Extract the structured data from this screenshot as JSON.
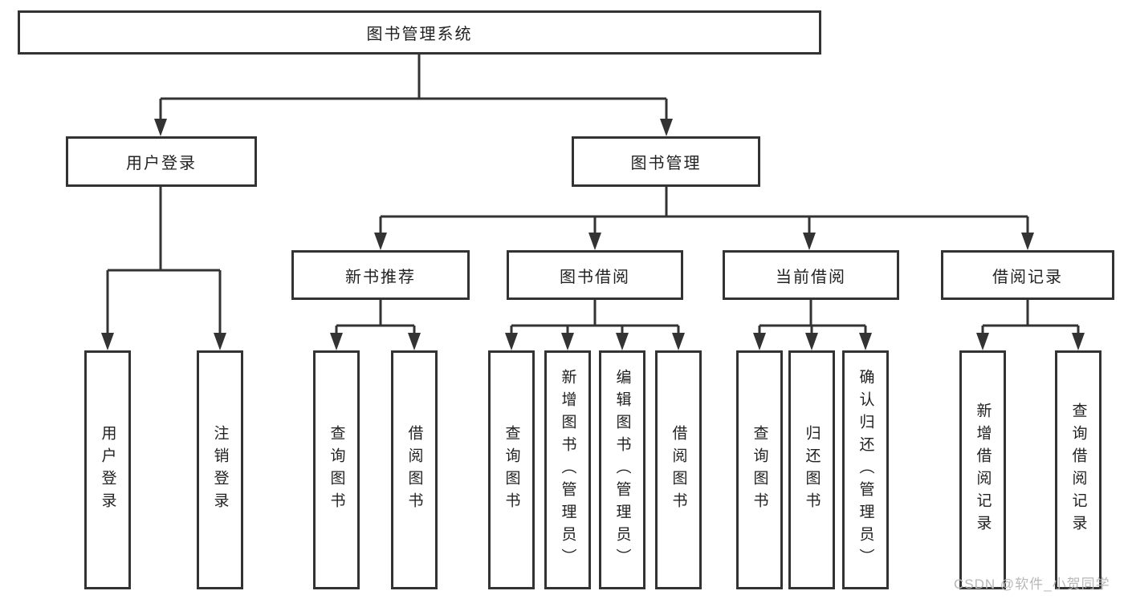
{
  "diagram": {
    "root": {
      "label": "图书管理系统"
    },
    "level2": [
      {
        "label": "用户登录"
      },
      {
        "label": "图书管理"
      }
    ],
    "level3": [
      {
        "label": "新书推荐"
      },
      {
        "label": "图书借阅"
      },
      {
        "label": "当前借阅"
      },
      {
        "label": "借阅记录"
      }
    ],
    "leaves": {
      "login": [
        {
          "label": "用户登录"
        },
        {
          "label": "注销登录"
        }
      ],
      "recommend": [
        {
          "label": "查询图书"
        },
        {
          "label": "借阅图书"
        }
      ],
      "borrow": [
        {
          "label": "查询图书"
        },
        {
          "label": "新增图书（管理员）"
        },
        {
          "label": "编辑图书（管理员）"
        },
        {
          "label": "借阅图书"
        }
      ],
      "current": [
        {
          "label": "查询图书"
        },
        {
          "label": "归还图书"
        },
        {
          "label": "确认归还（管理员）"
        }
      ],
      "records": [
        {
          "label": "新增借阅记录"
        },
        {
          "label": "查询借阅记录"
        }
      ]
    }
  },
  "watermark": {
    "text": "CSDN @软件_小贺同学"
  },
  "colors": {
    "line": "#333333",
    "text": "#222222",
    "watermark": "#b8b8b8",
    "background": "#ffffff"
  }
}
